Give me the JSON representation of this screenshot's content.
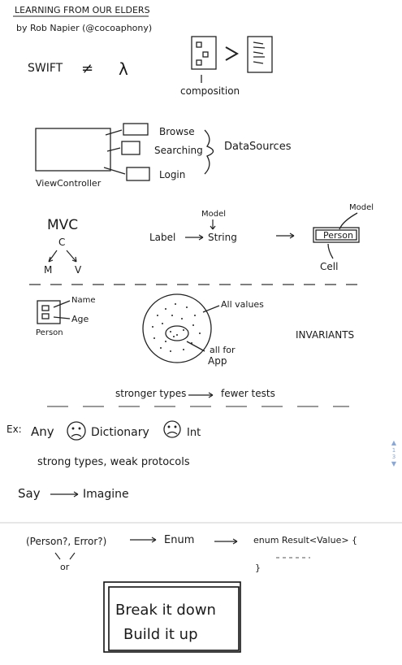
{
  "header": {
    "title": "LEARNING FROM OUR ELDERS",
    "byline": "by Rob Napier (@cocoaphony)"
  },
  "section1": {
    "swift": "SWIFT",
    "not_equal": "≠",
    "lambda": "λ",
    "composition": "composition"
  },
  "section2": {
    "browse": "Browse",
    "searching": "Searching",
    "login": "Login",
    "datasources": "DataSources",
    "viewcontroller": "ViewController"
  },
  "section3": {
    "mvc": "MVC",
    "c": "C",
    "m": "M",
    "v": "V",
    "model_top": "Model",
    "label": "Label",
    "string": "String",
    "model_right": "Model",
    "person": "Person",
    "cell": "Cell"
  },
  "section4": {
    "name": "Name",
    "age": "Age",
    "person": "Person",
    "all_values": "All values",
    "all_for_app": "all for",
    "app": "App",
    "invariants": "INVARIANTS",
    "stronger_types": "stronger types",
    "fewer_tests": "fewer tests"
  },
  "section5": {
    "ex": "Ex:",
    "any": "Any",
    "dictionary": "Dictionary",
    "int": "Int",
    "strong_weak": "strong types, weak protocols",
    "say": "Say",
    "imagine": "Imagine"
  },
  "section6": {
    "person_error": "(Person?, Error?)",
    "or": "or",
    "enum": "Enum",
    "enum_result": "enum Result<Value> {",
    "brace_close": "}"
  },
  "footer_box": {
    "line1": "Break it down",
    "line2": "Build it up"
  },
  "pager": {
    "up": "▲",
    "position": "1",
    "total": "3",
    "down": "▼"
  }
}
